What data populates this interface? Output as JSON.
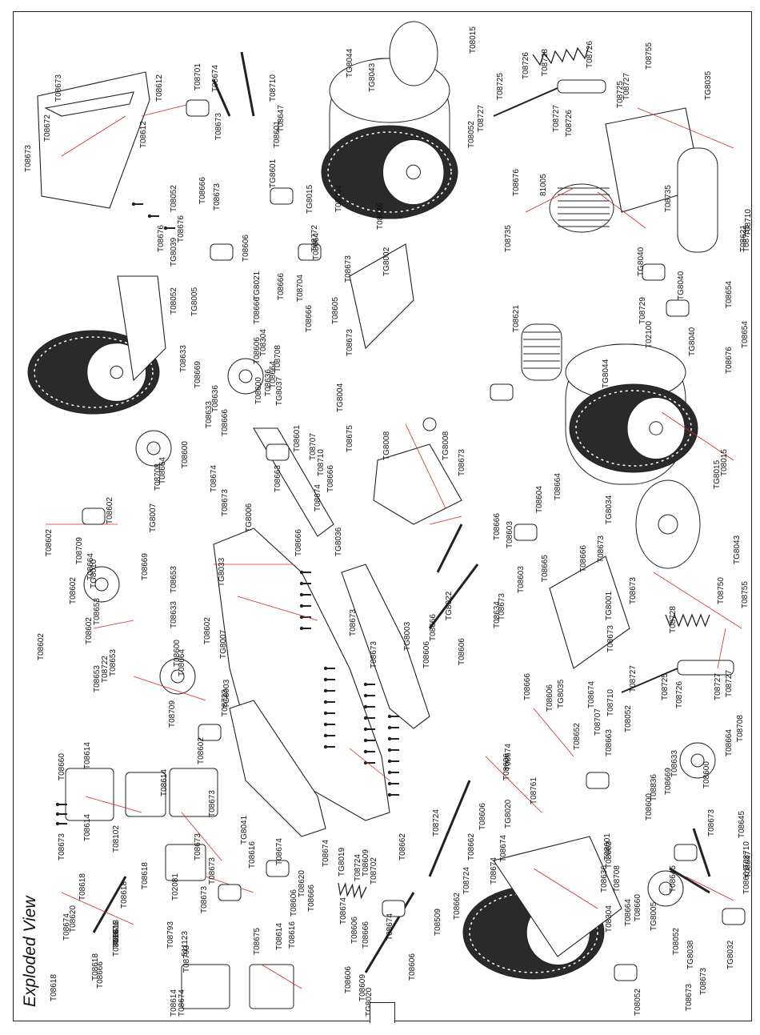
{
  "title": "Exploded View",
  "colors": {
    "line": "#222222",
    "leader": "#d22a2a",
    "tire": "#2a2a2a",
    "fill": "#ffffff"
  },
  "labels": [
    "T08673",
    "T08672",
    "T08673",
    "T08612",
    "T08701",
    "T08674",
    "T08673",
    "T08710",
    "T08601",
    "T08647",
    "T08612",
    "TG8601",
    "T08666",
    "T08052",
    "T08676",
    "T08673",
    "TG8015",
    "T08704",
    "TG8039",
    "T08676",
    "T08606",
    "T08052",
    "TG8005",
    "T08666",
    "TG8021",
    "T08606",
    "T08666",
    "T08704",
    "T08772",
    "TG8002",
    "T08646",
    "T08664",
    "T08673",
    "T08605",
    "T08666",
    "T08304",
    "T08708",
    "T08636",
    "T08664",
    "T08600",
    "TG8037",
    "T08673",
    "TG8004",
    "T08675",
    "T08633",
    "T08669",
    "T08636",
    "T08666",
    "T08633",
    "T08600",
    "T08708",
    "T08664",
    "T08674",
    "T08673",
    "TG8006",
    "T08663",
    "T08601",
    "T08707",
    "T08710",
    "T08666",
    "T08602",
    "TG8007",
    "T08602",
    "T08709",
    "T08664",
    "TG8010",
    "T08669",
    "T08653",
    "T08602",
    "T08653",
    "T08602",
    "T08653",
    "T08722",
    "T08653",
    "T08602",
    "T08633",
    "T08600",
    "T08664",
    "T08602",
    "TG8007",
    "T08709",
    "T08602",
    "TG8003",
    "T08723",
    "TG8033",
    "T08673",
    "T08673",
    "TG8036",
    "T08666",
    "T08674",
    "TG8008",
    "TG8008",
    "T08673",
    "TG8003",
    "T08606",
    "T08666",
    "TG8022",
    "T08634",
    "T08606",
    "T08673",
    "T08666",
    "T08603",
    "T08604",
    "T08664",
    "TG8034",
    "TG8015",
    "T08603",
    "T08666",
    "T08665",
    "T08673",
    "TG8001",
    "T08673",
    "T08673",
    "TG8043",
    "T08755",
    "T08750",
    "T08728",
    "T08725",
    "T08727",
    "T08726",
    "T08727",
    "T08727",
    "T08052",
    "TG8035",
    "T08674",
    "T08666",
    "T08606",
    "T08652",
    "T08707",
    "T08710",
    "T08663",
    "T08674",
    "T08708",
    "T08664",
    "T08600",
    "T08633",
    "T08669",
    "T08836",
    "T08600",
    "T08673",
    "T08645",
    "T08761",
    "T08601",
    "T08663",
    "T08636",
    "T08710",
    "T08647",
    "T08601",
    "T08645",
    "T08708",
    "T08664",
    "T08304",
    "T08660",
    "TG8005",
    "T08052",
    "TG8038",
    "TG8032",
    "T08673",
    "T08673",
    "T08052",
    "T08614",
    "T08660",
    "T08614",
    "T08673",
    "T08614",
    "T08102",
    "T08673",
    "TG8041",
    "T08673",
    "T08616",
    "T02081",
    "T08673",
    "T08673",
    "T08793",
    "T08618",
    "T08618",
    "T08618",
    "T08676",
    "T08618",
    "T08618",
    "T08620",
    "T08674",
    "T08618",
    "T08666",
    "T08618",
    "T08793",
    "511123",
    "T08614",
    "T08674",
    "T08675",
    "T08614",
    "T08616",
    "T08674",
    "T08606",
    "T08674",
    "TG8019",
    "T08620",
    "T08666",
    "T08724",
    "T08609",
    "T08702",
    "T08674",
    "T08606",
    "T08666",
    "T08662",
    "T08674",
    "T08606",
    "T08609",
    "TG8020",
    "T08606",
    "T08724",
    "T08509",
    "T08662",
    "T08724",
    "T08662",
    "T08606",
    "T08674",
    "TG8020",
    "T08606",
    "T08674",
    "TG8043",
    "TG8044",
    "T08015",
    "T08726",
    "T08728",
    "T08726",
    "T08755",
    "T08725",
    "T08727",
    "T08052",
    "T08727",
    "T08726",
    "T08725",
    "T08727",
    "TG8035",
    "T08676",
    "81005",
    "T08735",
    "T08735",
    "T08621",
    "TG8040",
    "T08710",
    "TG8040",
    "T08654",
    "T08735",
    "T08654",
    "T08729",
    "T02100",
    "TG8040",
    "T08676",
    "T08621",
    "TG8044",
    "T08015"
  ]
}
